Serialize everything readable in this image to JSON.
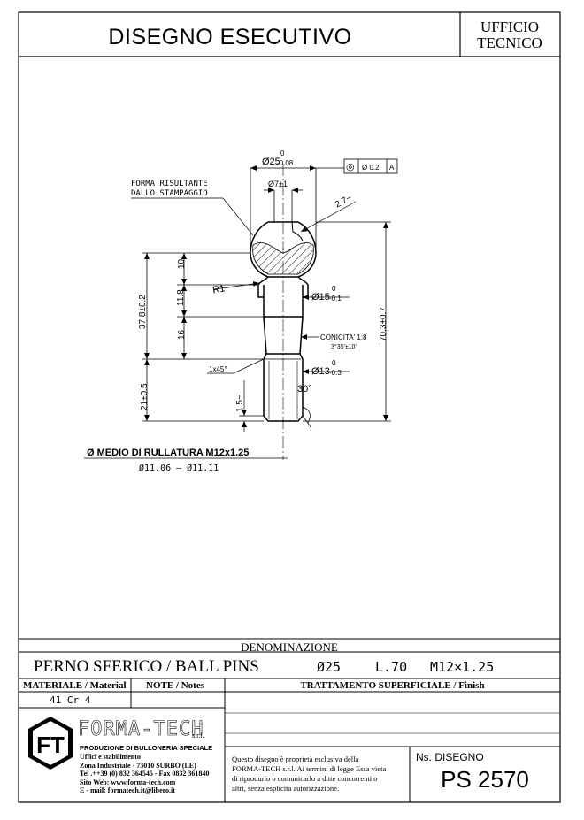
{
  "header": {
    "title": "DISEGNO ESECUTIVO",
    "department_line1": "UFFICIO",
    "department_line2": "TECNICO"
  },
  "drawing": {
    "dim_ball_diameter": "Ø25",
    "dim_ball_diameter_tol_upper": "0",
    "dim_ball_diameter_tol_lower": "-0.08",
    "gdt_symbol": "◎",
    "gdt_tolerance": "Ø 0.2",
    "gdt_datum": "A",
    "note_forma_line1": "FORMA RISULTANTE",
    "note_forma_line2": "DALLO STAMPAGGIO",
    "dim_hole": "Ø7±1",
    "dim_radius_top": "2.7~",
    "dim_10": "10",
    "dim_11_8": "11.8",
    "dim_16": "16",
    "dim_37_8": "37.8±0.2",
    "dim_70_3": "70.3±0.7",
    "dim_r1": "R1~",
    "dim_shaft15": "Ø15",
    "dim_shaft15_tol_upper": "0",
    "dim_shaft15_tol_lower": "-0.1",
    "conicity_line1": "CONICITA' 1:8",
    "conicity_line2": "3°35'±10'",
    "dim_chamfer": "1x45°",
    "dim_shaft13": "Ø13",
    "dim_shaft13_tol_upper": "0",
    "dim_shaft13_tol_lower": "-0.3",
    "dim_21": "21±0.5",
    "dim_1_5": "1.5~",
    "dim_angle": "30°",
    "rolling_label": "Ø MEDIO DI RULLATURA  M12x1.25",
    "rolling_range": "Ø11.06  –  Ø11.11"
  },
  "title_block": {
    "denominazione_label": "DENOMINAZIONE",
    "part_name": "PERNO SFERICO / BALL PINS",
    "part_spec_1": "Ø25",
    "part_spec_2": "L.70",
    "part_spec_3": "M12×1.25",
    "material_label": "MATERIALE / Material",
    "notes_label": "NOTE / Notes",
    "finish_label": "TRATTAMENTO SUPERFICIALE / Finish",
    "material_value": "41 Cr 4",
    "company_logo_letters": "FT",
    "company_name": "FORMA-TECH",
    "company_suffix": "s.r.l.",
    "company_tagline": "PRODUZIONE DI BULLONERIA SPECIALE",
    "company_addr_1": "Uffici e stabilimento",
    "company_addr_2": "Zona Industriale - 73010 SURBO (LE)",
    "company_addr_3": "Tel .++39 (0) 832 364545 - Fax 0832 361840",
    "company_addr_4": "Sito Web:  www.forma-tech.com",
    "company_addr_5": "E - mail:  formatech.it@libero.it",
    "legal_1": "Questo disegno è proprietà esclusiva della",
    "legal_2": "FORMA-TECH s.r.l. Ai termini di legge Essa vieta",
    "legal_3": "di riprodurlo o comunicarlo a ditte concorrenti o",
    "legal_4": "altri, senza esplicita autorizzazione.",
    "drawing_no_label": "Ns. DISEGNO",
    "drawing_no": "PS 2570"
  }
}
